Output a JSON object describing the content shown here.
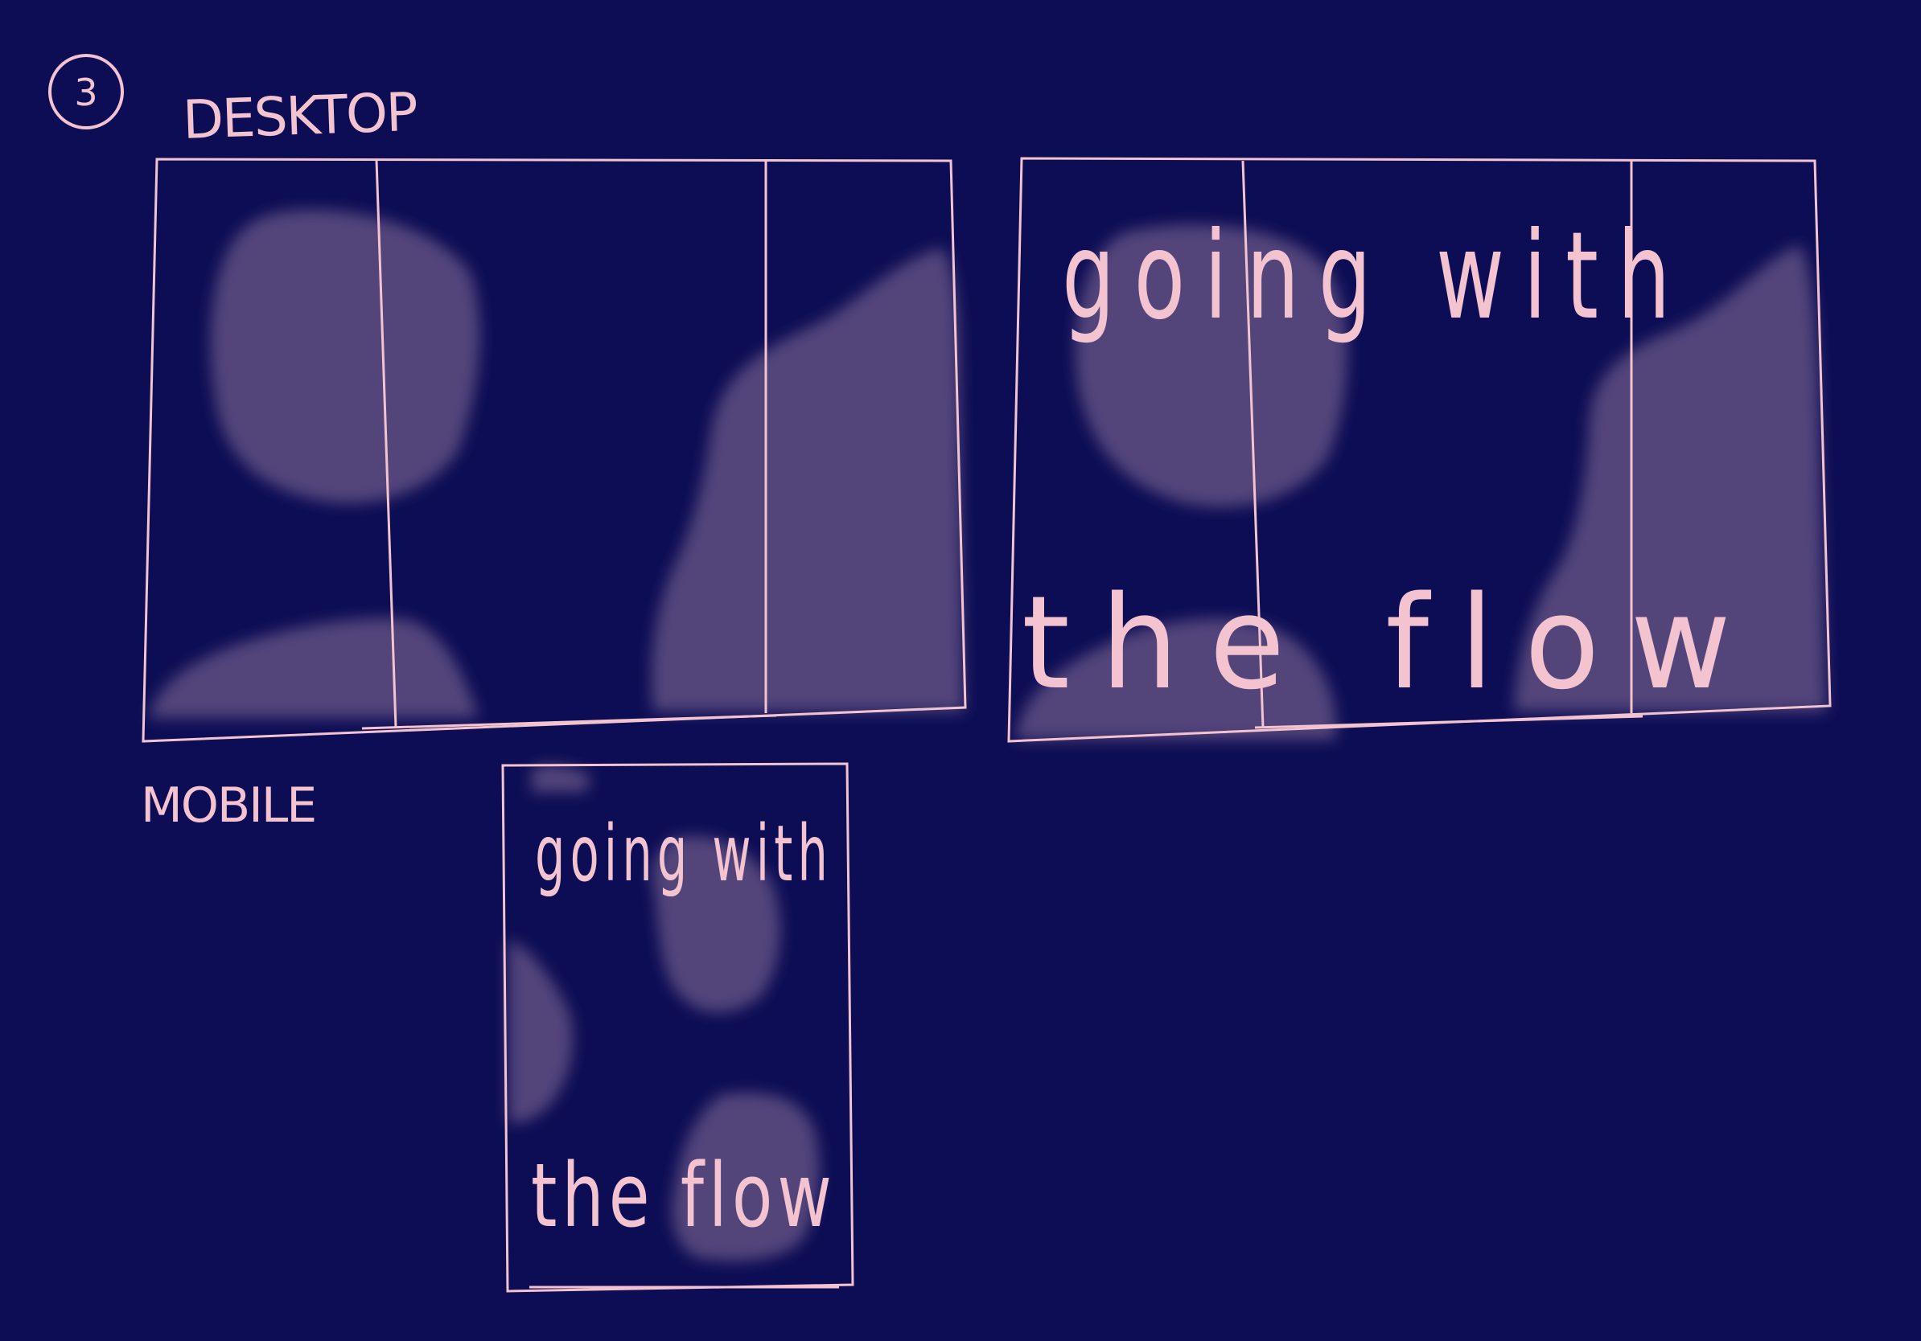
{
  "colors": {
    "background": "#0d0d55",
    "ink": "#f3c3cf",
    "blob": "#52457a"
  },
  "step_number": "3",
  "desktop": {
    "label": "DESKTOP",
    "columns_per_frame": 3,
    "headline_lines": [
      "going with",
      "the flow"
    ]
  },
  "mobile": {
    "label": "MOBILE",
    "headline_lines": [
      "going with",
      "the flow"
    ]
  }
}
